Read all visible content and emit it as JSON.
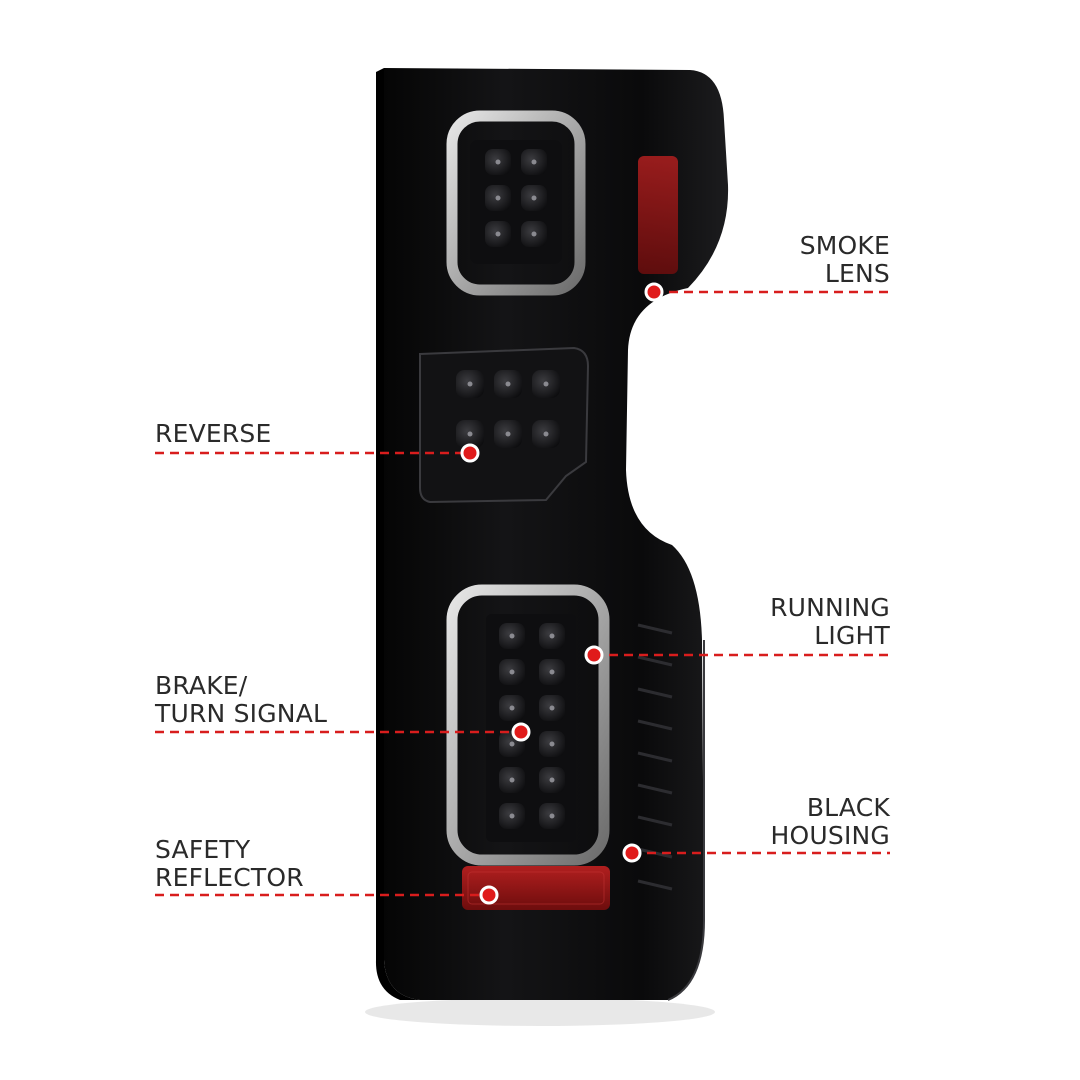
{
  "colors": {
    "leader_line": "#d81d1d",
    "dot": "#e01b1b",
    "label_text": "#2a2a2a",
    "housing": "#0b0b0c",
    "reflector": "#9a1616"
  },
  "callouts": {
    "smoke_lens": {
      "line1": "SMOKE",
      "line2": "LENS"
    },
    "reverse": {
      "line1": "REVERSE"
    },
    "running_light": {
      "line1": "RUNNING",
      "line2": "LIGHT"
    },
    "brake_turn": {
      "line1": "BRAKE/",
      "line2": "TURN SIGNAL"
    },
    "black_housing": {
      "line1": "BLACK",
      "line2": "HOUSING"
    },
    "safety_reflector": {
      "line1": "SAFETY",
      "line2": "REFLECTOR"
    }
  }
}
